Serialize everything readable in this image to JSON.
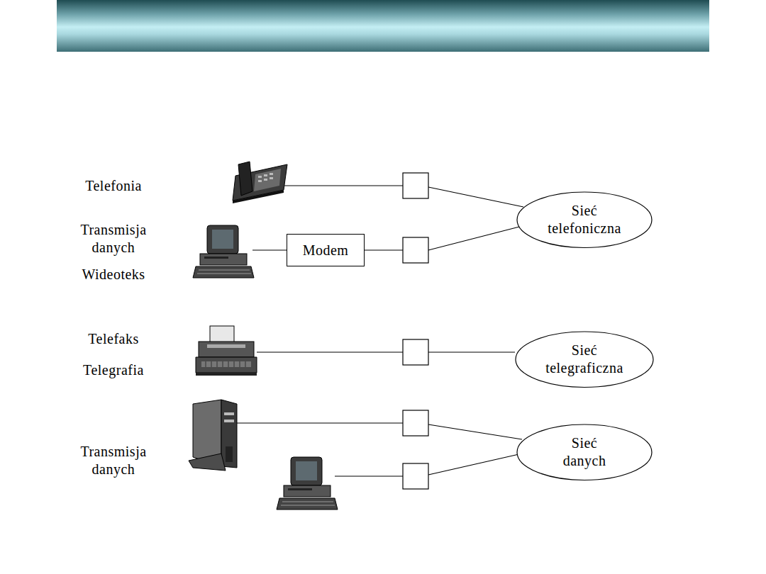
{
  "diagram": {
    "nodes": [
      {
        "text": [
          "Modem"
        ]
      },
      {
        "text": [
          "Sieć telefoniczna"
        ]
      },
      {
        "text": [
          "Sieć telegraficzna"
        ]
      },
      {
        "text": [
          "Sieć danych"
        ]
      }
    ],
    "edges": [
      {
        "from": 0,
        "to": 1,
        "arrow": "none"
      }
    ],
    "labels": [
      "Telefonia",
      "Transmisja danych",
      "Wideoteks",
      "Telefaks",
      "Telegrafia",
      "Transmisja danych"
    ]
  }
}
